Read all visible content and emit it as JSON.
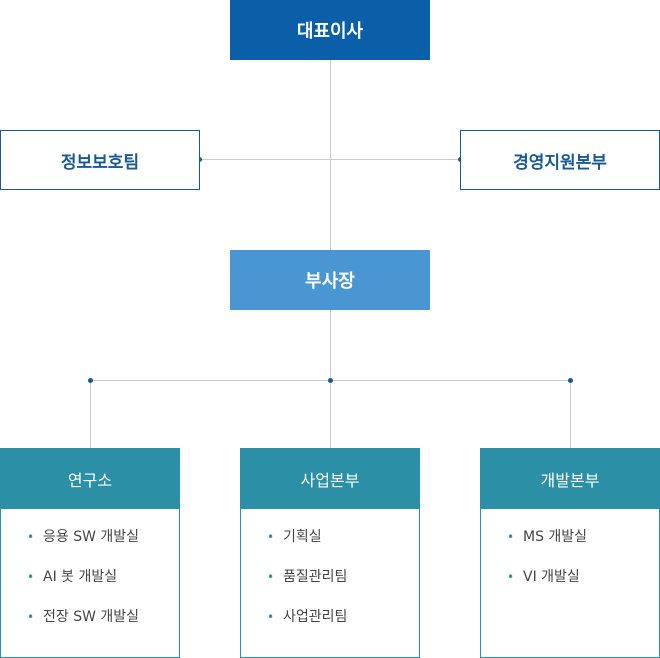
{
  "ceo": "대표이사",
  "left_unit": "정보보호팀",
  "right_unit": "경영지원본부",
  "vice_president": "부사장",
  "departments": [
    {
      "title": "연구소",
      "items": [
        "응용 SW 개발실",
        "AI 봇 개발실",
        "전장 SW 개발실"
      ]
    },
    {
      "title": "사업본부",
      "items": [
        "기획실",
        "품질관리팀",
        "사업관리팀"
      ]
    },
    {
      "title": "개발본부",
      "items": [
        "MS 개발실",
        "VI 개발실"
      ]
    }
  ],
  "colors": {
    "ceo": "#0b5ea8",
    "vice_president": "#4a96d3",
    "department": "#2b8fa6",
    "side_border": "#1a5a94",
    "connector": "#c8ccd0"
  }
}
